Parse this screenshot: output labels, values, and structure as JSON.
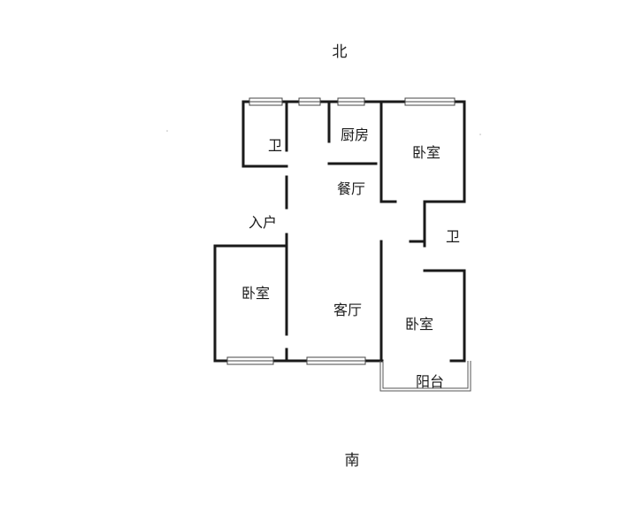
{
  "compass": {
    "north": "北",
    "south": "南"
  },
  "rooms": {
    "bath_north": "卫",
    "kitchen": "厨房",
    "dining": "餐厅",
    "bedroom_ne": "卧室",
    "entrance": "入户",
    "bath_east": "卫",
    "bedroom_w": "卧室",
    "living": "客厅",
    "bedroom_se": "卧室",
    "balcony": "阳台"
  },
  "colors": {
    "wall": "#1a1a1a",
    "background": "#ffffff"
  }
}
